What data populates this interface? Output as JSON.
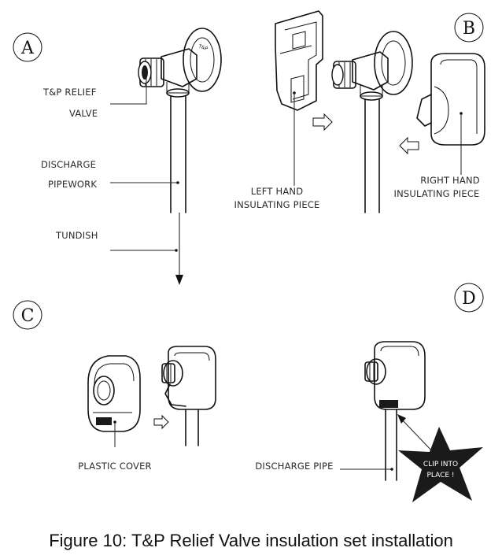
{
  "panels": {
    "a": {
      "letter": "A"
    },
    "b": {
      "letter": "B"
    },
    "c": {
      "letter": "C"
    },
    "d": {
      "letter": "D"
    }
  },
  "labels": {
    "tp_relief_line1": "T&P RELIEF",
    "tp_relief_line2": "VALVE",
    "discharge_line1": "DISCHARGE",
    "discharge_line2": "PIPEWORK",
    "tundish": "TUNDISH",
    "left_hand_line1": "LEFT HAND",
    "left_hand_line2": "INSULATING PIECE",
    "right_hand_line1": "RIGHT HAND",
    "right_hand_line2": "INSULATING PIECE",
    "plastic_cover": "PLASTIC COVER",
    "discharge_pipe": "DISCHARGE PIPE",
    "clip_line1": "CLIP INTO",
    "clip_line2": "PLACE !"
  },
  "caption": "Figure 10: T&P Relief Valve insulation set installation"
}
